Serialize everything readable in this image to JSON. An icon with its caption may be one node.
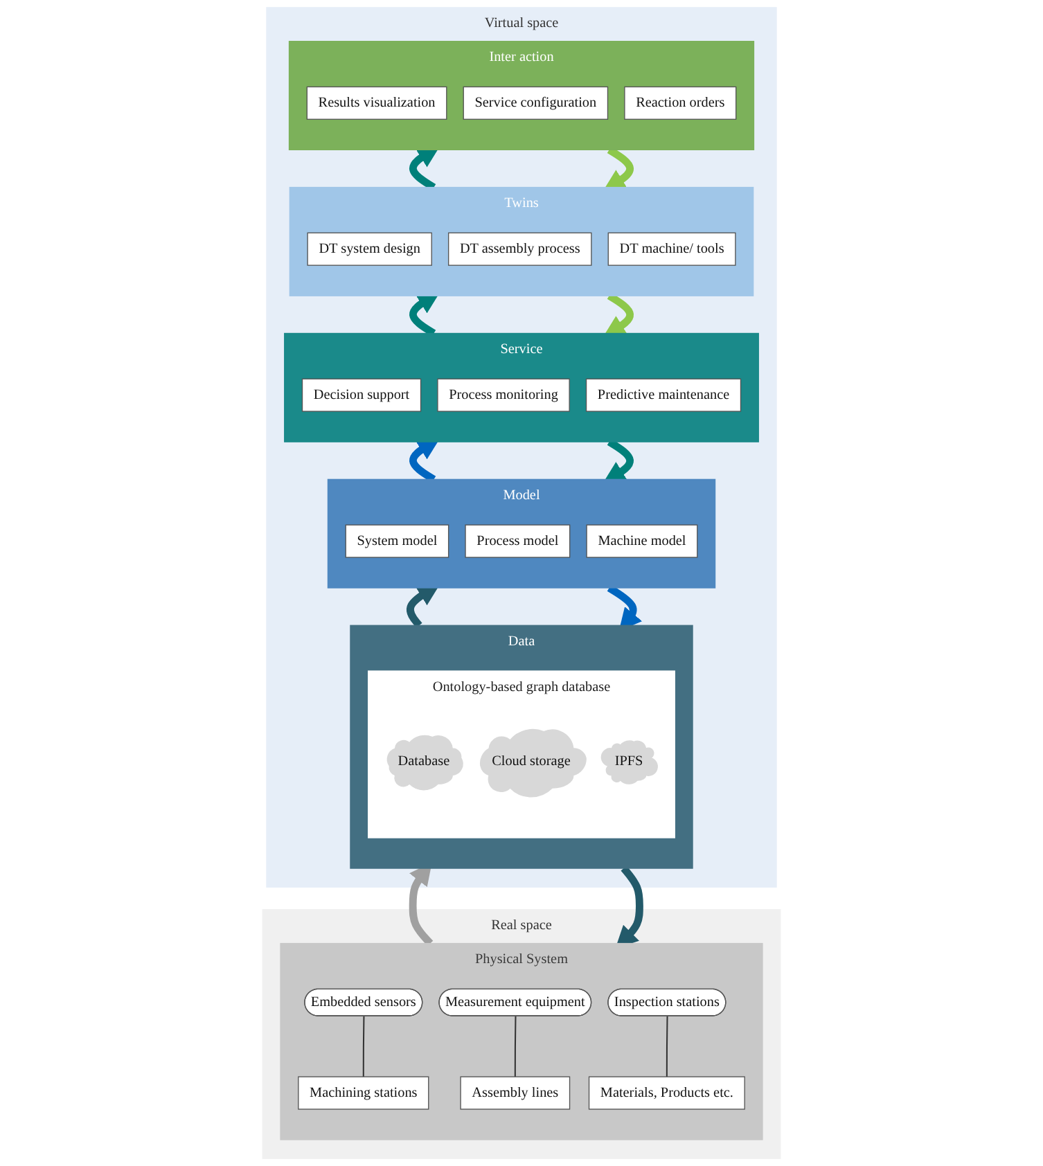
{
  "diagram": {
    "nodes": [
      {
        "text": [
          "Virtual space"
        ]
      },
      {
        "text": [
          "Inter action"
        ],
        "in": 0
      },
      {
        "text": [
          "Results visualization"
        ],
        "in": 1
      },
      {
        "text": [
          "Service configuration"
        ],
        "in": 1
      },
      {
        "text": [
          "Reaction orders"
        ],
        "in": 1
      },
      {
        "text": [
          "Twins"
        ],
        "in": 0
      },
      {
        "text": [
          "DT system design"
        ],
        "in": 5
      },
      {
        "text": [
          "DT assembly process"
        ],
        "in": 5
      },
      {
        "text": [
          "DT machine/ tools"
        ],
        "in": 5
      },
      {
        "text": [
          "Service"
        ],
        "in": 0
      },
      {
        "text": [
          "Decision support"
        ],
        "in": 9
      },
      {
        "text": [
          "Process monitoring"
        ],
        "in": 9
      },
      {
        "text": [
          "Predictive maintenance"
        ],
        "in": 9
      },
      {
        "text": [
          "Model"
        ],
        "in": 0
      },
      {
        "text": [
          "System model"
        ],
        "in": 13
      },
      {
        "text": [
          "Process model"
        ],
        "in": 13
      },
      {
        "text": [
          "Machine model"
        ],
        "in": 13
      },
      {
        "text": [
          "Data"
        ],
        "in": 0
      },
      {
        "text": [
          "Ontology-based graph database"
        ],
        "in": 17
      },
      {
        "text": [
          "Database"
        ],
        "in": 18
      },
      {
        "text": [
          "Cloud storage"
        ],
        "in": 18
      },
      {
        "text": [
          "IPFS"
        ],
        "in": 18
      },
      {
        "text": [
          "Real space"
        ]
      },
      {
        "text": [
          "Physical System"
        ],
        "in": 22
      },
      {
        "text": [
          "Embedded sensors"
        ],
        "in": 23
      },
      {
        "text": [
          "Measurement equipment"
        ],
        "in": 23
      },
      {
        "text": [
          "Inspection stations"
        ],
        "in": 23
      },
      {
        "text": [
          "Machining stations"
        ],
        "in": 23
      },
      {
        "text": [
          "Assembly lines"
        ],
        "in": 23
      },
      {
        "text": [
          "Materials, Products etc."
        ],
        "in": 23
      }
    ],
    "edges": [
      {
        "from": 1,
        "to": 5,
        "arrow": "to",
        "color": "#8dc84a"
      },
      {
        "from": 5,
        "to": 9,
        "arrow": "to",
        "color": "#8dc84a"
      },
      {
        "from": 9,
        "to": 13,
        "arrow": "to",
        "color": "#00807a"
      },
      {
        "from": 13,
        "to": 17,
        "arrow": "to",
        "color": "#0066c0"
      },
      {
        "from": 17,
        "to": 23,
        "arrow": "to",
        "color": "#235a6a"
      },
      {
        "from": 5,
        "to": 1,
        "arrow": "to",
        "color": "#00807a"
      },
      {
        "from": 9,
        "to": 5,
        "arrow": "to",
        "color": "#00807a"
      },
      {
        "from": 13,
        "to": 9,
        "arrow": "to",
        "color": "#0066c0"
      },
      {
        "from": 17,
        "to": 13,
        "arrow": "to",
        "color": "#235a6a"
      },
      {
        "from": 23,
        "to": 17,
        "arrow": "to",
        "color": "#a0a0a0"
      },
      {
        "from": 24,
        "to": 27,
        "arrow": "none"
      },
      {
        "from": 25,
        "to": 28,
        "arrow": "none"
      },
      {
        "from": 26,
        "to": 29,
        "arrow": "none"
      }
    ]
  }
}
